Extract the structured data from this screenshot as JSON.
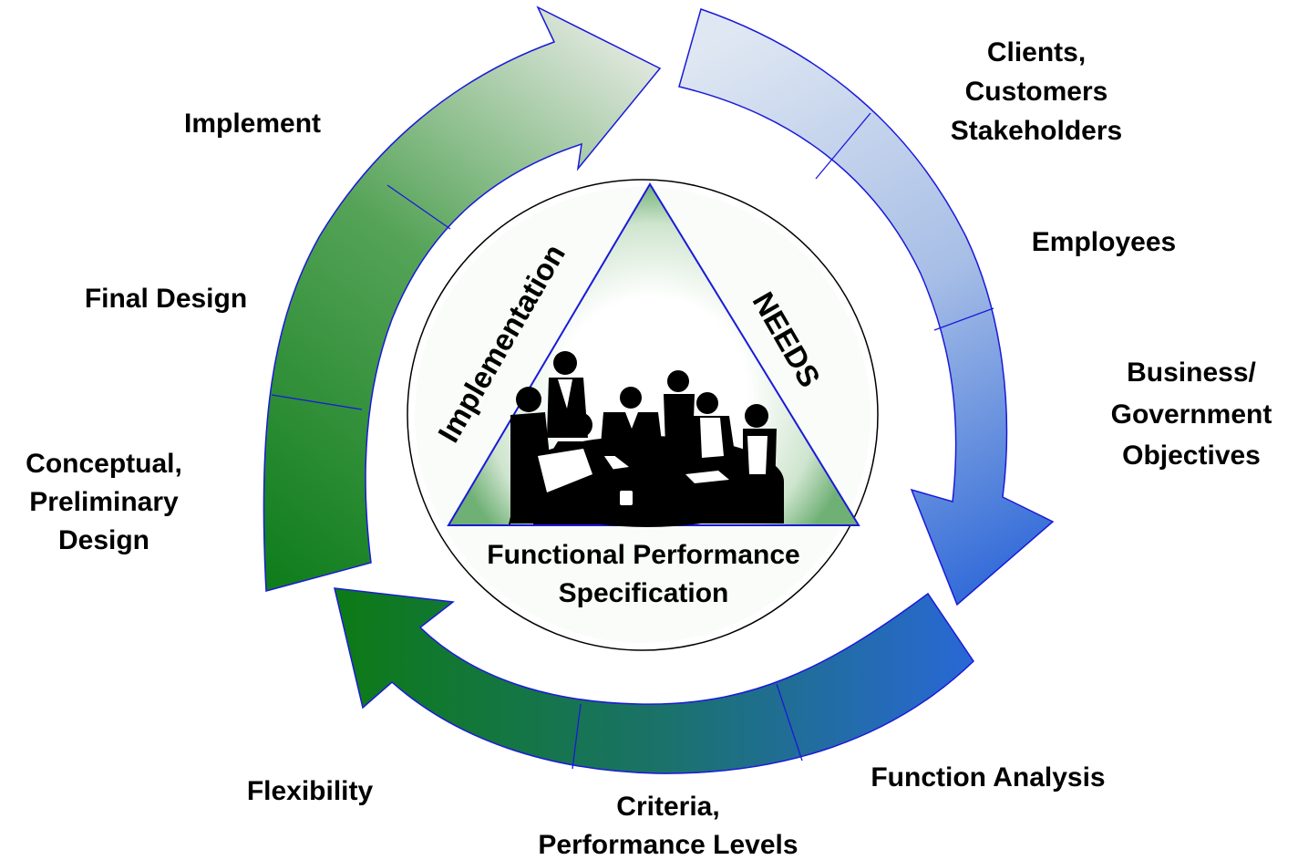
{
  "colors": {
    "blue_light": "#dde6f2",
    "blue_dark": "#2a67d6",
    "green_dark": "#0f7a1c",
    "green_light": "#d7e4d4",
    "outline": "#1a1ad9",
    "text": "#000000"
  },
  "center": {
    "triangle_left": "Implementation",
    "triangle_right": "NEEDS",
    "bottom_line1": "Functional Performance",
    "bottom_line2": "Specification",
    "picture": "meeting-clipart"
  },
  "labels": {
    "implement": "Implement",
    "final_design": "Final Design",
    "conceptual_1": "Conceptual,",
    "conceptual_2": "Preliminary",
    "conceptual_3": "Design",
    "clients_1": "Clients,",
    "clients_2": "Customers",
    "clients_3": "Stakeholders",
    "employees": "Employees",
    "business_1": "Business/",
    "business_2": "Government",
    "business_3": "Objectives",
    "function_analysis": "Function Analysis",
    "criteria_1": "Criteria,",
    "criteria_2": "Performance Levels",
    "flexibility": "Flexibility"
  }
}
